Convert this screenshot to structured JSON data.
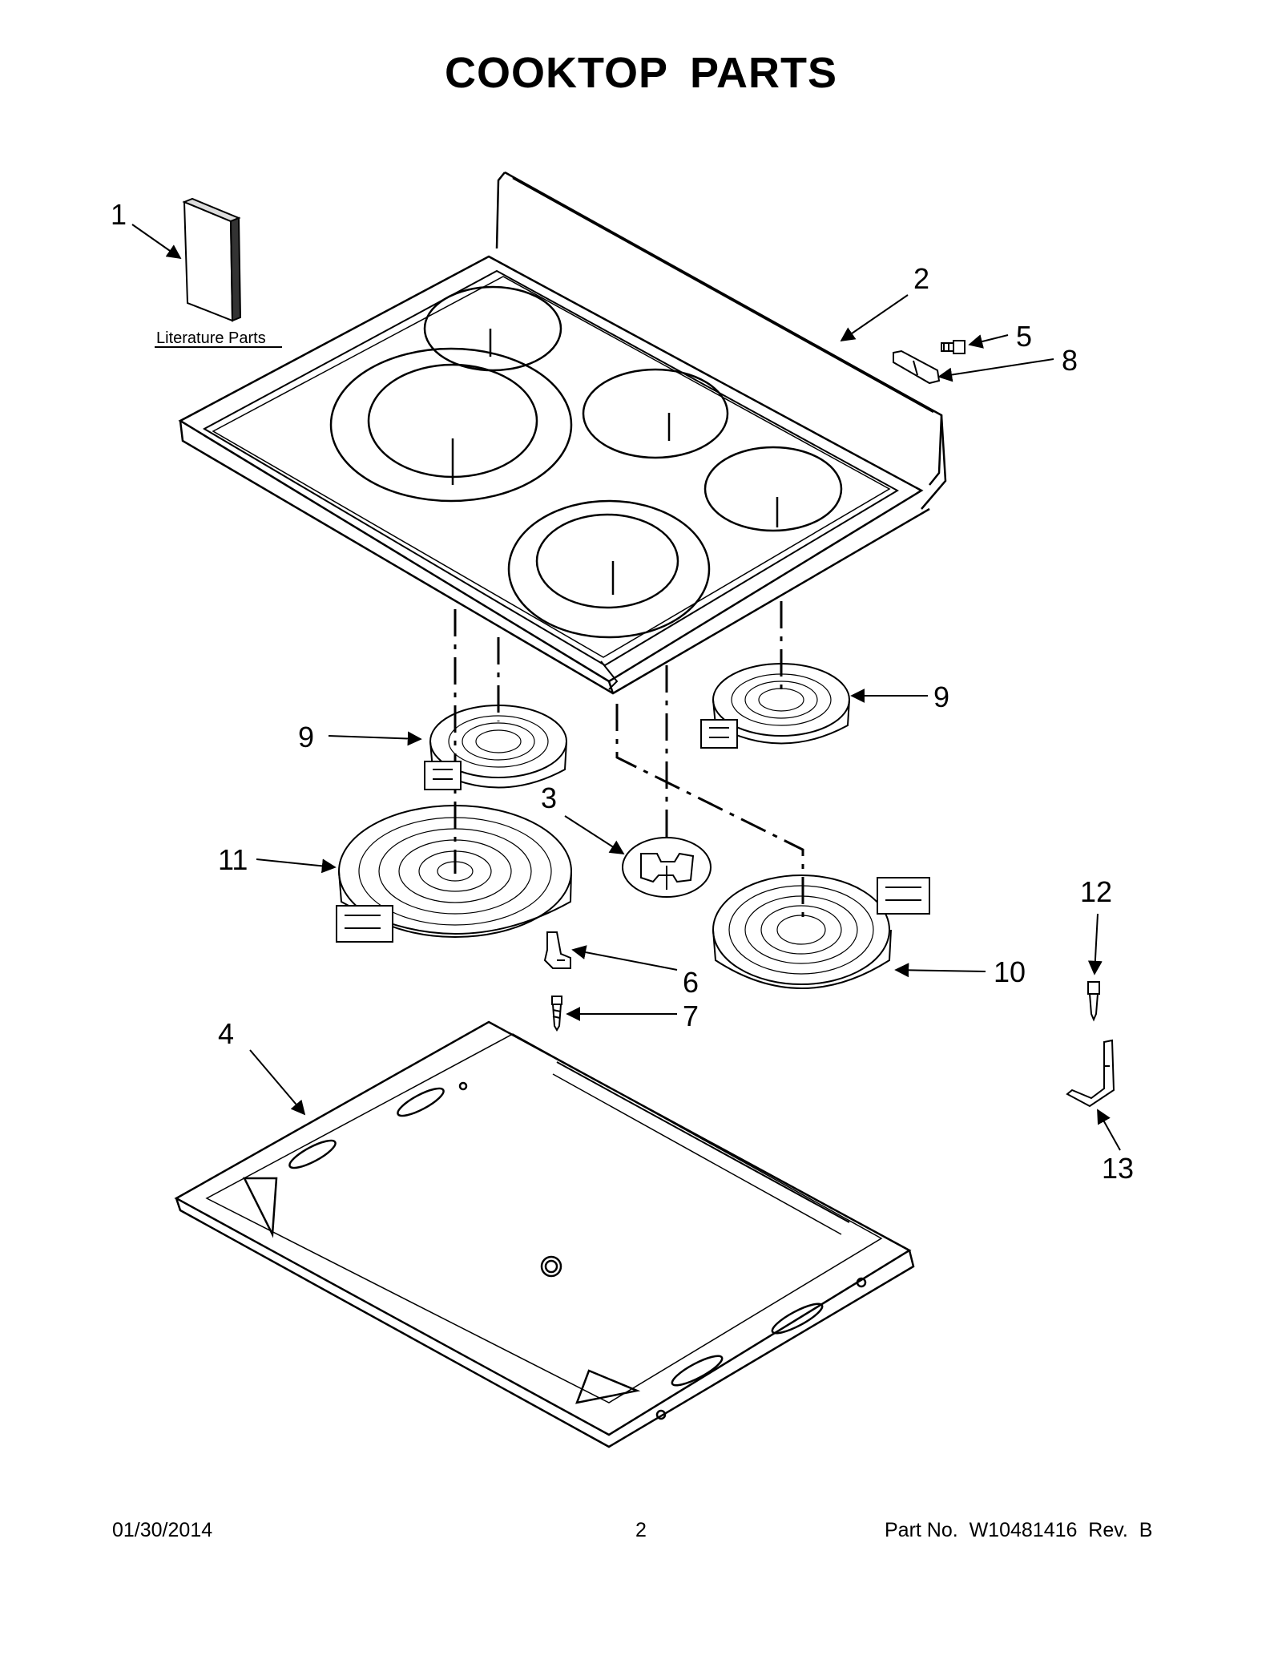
{
  "title": "COOKTOP  PARTS",
  "literature_label": "Literature Parts",
  "callouts": {
    "c1": "1",
    "c2": "2",
    "c3": "3",
    "c4": "4",
    "c5": "5",
    "c6": "6",
    "c7": "7",
    "c8": "8",
    "c9a": "9",
    "c9b": "9",
    "c10": "10",
    "c11": "11",
    "c12": "12",
    "c13": "13"
  },
  "footer": {
    "date": "01/30/2014",
    "page": "2",
    "part_no": "Part No.  W10481416  Rev.  B"
  }
}
